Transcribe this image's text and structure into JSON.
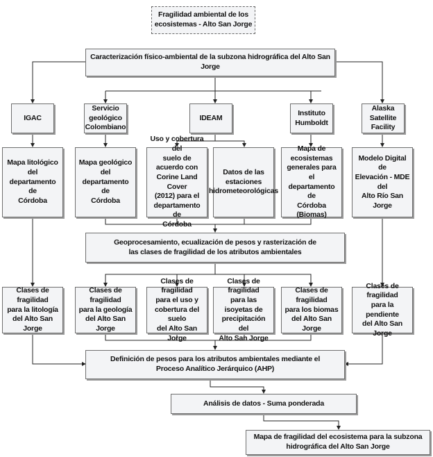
{
  "title": "Fragilidad ambiental de los\necosistemas - Alto San Jorge",
  "level1": "Caracterización físico-ambiental de la subzona hidrográfica del Alto San Jorge",
  "sources": [
    {
      "label": "IGAC"
    },
    {
      "label": "Servicio\ngeológico\nColombiano"
    },
    {
      "label": "IDEAM"
    },
    {
      "label": "Instituto\nHumboldt"
    },
    {
      "label": "Alaska\nSatellite\nFacility"
    }
  ],
  "datasets": [
    {
      "label": "Mapa litológico del\ndepartamento de\nCórdoba"
    },
    {
      "label": "Mapa geológico del\ndepartamento de\nCórdoba"
    },
    {
      "label": "Uso y cobertura del\nsuelo de acuerdo con\nCorine Land Cover\n(2012) para el\ndepartamento de\nCórdoba"
    },
    {
      "label": "Datos de las\nestaciones\nhidrometeorológicas"
    },
    {
      "label": "Mapa de\necosistemas\ngenerales para el\ndepartamento de\nCórdoba (Biomas)"
    },
    {
      "label": "Modelo Digital de\nElevación - MDE del\nAlto Río San Jorge"
    }
  ],
  "geoprocessing": "Geoprocesamiento, ecualización de pesos y rasterización de\nlas clases de fragilidad de los atributos ambientales",
  "classes": [
    {
      "label": "Clases de fragilidad\npara la litología\ndel Alto San Jorge"
    },
    {
      "label": "Clases de fragilidad\npara la geología\ndel Alto San Jorge"
    },
    {
      "label": "Clases de fragilidad\npara el uso y\ncobertura del suelo\ndel Alto San Jorge"
    },
    {
      "label": "Clases de fragilidad\npara las isoyetas de\nprecipitación del\nAlto San Jorge"
    },
    {
      "label": "Clases de fragilidad\npara los biomas\ndel Alto San Jorge"
    },
    {
      "label": "Clases de fragilidad\npara la pendiente\ndel Alto San Jorge"
    }
  ],
  "ahp": "Definición de pesos para los atributos ambientales mediante el\nProceso Analítico Jerárquico (AHP)",
  "analysis": "Análisis de datos - Suma ponderada",
  "result": "Mapa de fragilidad del ecosistema para la subzona\nhidrográfica del Alto San Jorge",
  "colors": {
    "box_fill": "#f3f4f6",
    "border": "#6e6e6e",
    "line": "#222222"
  }
}
